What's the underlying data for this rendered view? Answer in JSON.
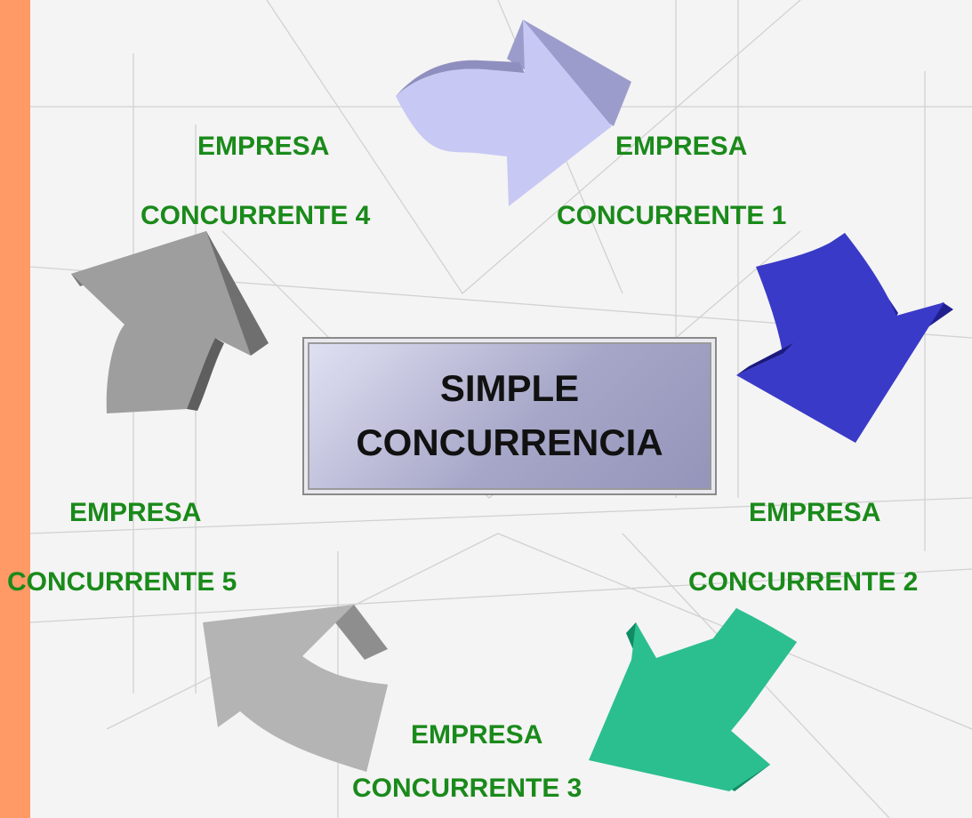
{
  "colors": {
    "side_bar": "#ff9966",
    "label_text": "#1a8a1a",
    "arrow_1": "#c8c8f4",
    "arrow_2": "#3a3ac8",
    "arrow_3": "#2bbf8f",
    "arrow_4": "#9e9e9e",
    "arrow_5": "#b4b4b4"
  },
  "center": {
    "line1": "SIMPLE",
    "line2": "CONCURRENCIA"
  },
  "labels": {
    "c1": {
      "line1": "EMPRESA",
      "line2": "CONCURRENTE 1"
    },
    "c2": {
      "line1": "EMPRESA",
      "line2": "CONCURRENTE 2"
    },
    "c3": {
      "line1": "EMPRESA",
      "line2": "CONCURRENTE 3"
    },
    "c4": {
      "line1": "EMPRESA",
      "line2": "CONCURRENTE 4"
    },
    "c5": {
      "line1": "EMPRESA",
      "line2": "CONCURRENTE 5"
    }
  }
}
